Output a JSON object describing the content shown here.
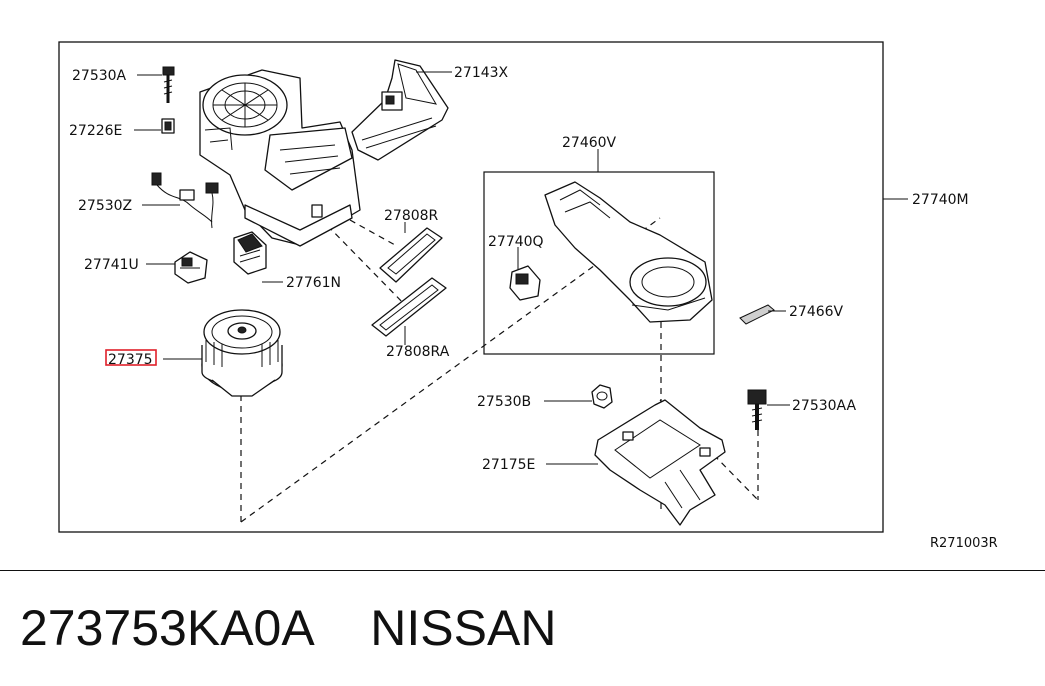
{
  "diagram": {
    "labels": {
      "p27530A": "27530A",
      "p27226E": "27226E",
      "p27530Z": "27530Z",
      "p27741U": "27741U",
      "p27375": "27375",
      "p27761N": "27761N",
      "p27143X": "27143X",
      "p27808R": "27808R",
      "p27808RA": "27808RA",
      "p27460V": "27460V",
      "p27740Q": "27740Q",
      "p27466V": "27466V",
      "p27740M": "27740M",
      "p27530B": "27530B",
      "p27530AA": "27530AA",
      "p27175E": "27175E",
      "ref": "R271003R"
    },
    "highlight_color": "#e0202a"
  },
  "footer": {
    "part_number": "273753KA0A",
    "brand": "NISSAN"
  }
}
